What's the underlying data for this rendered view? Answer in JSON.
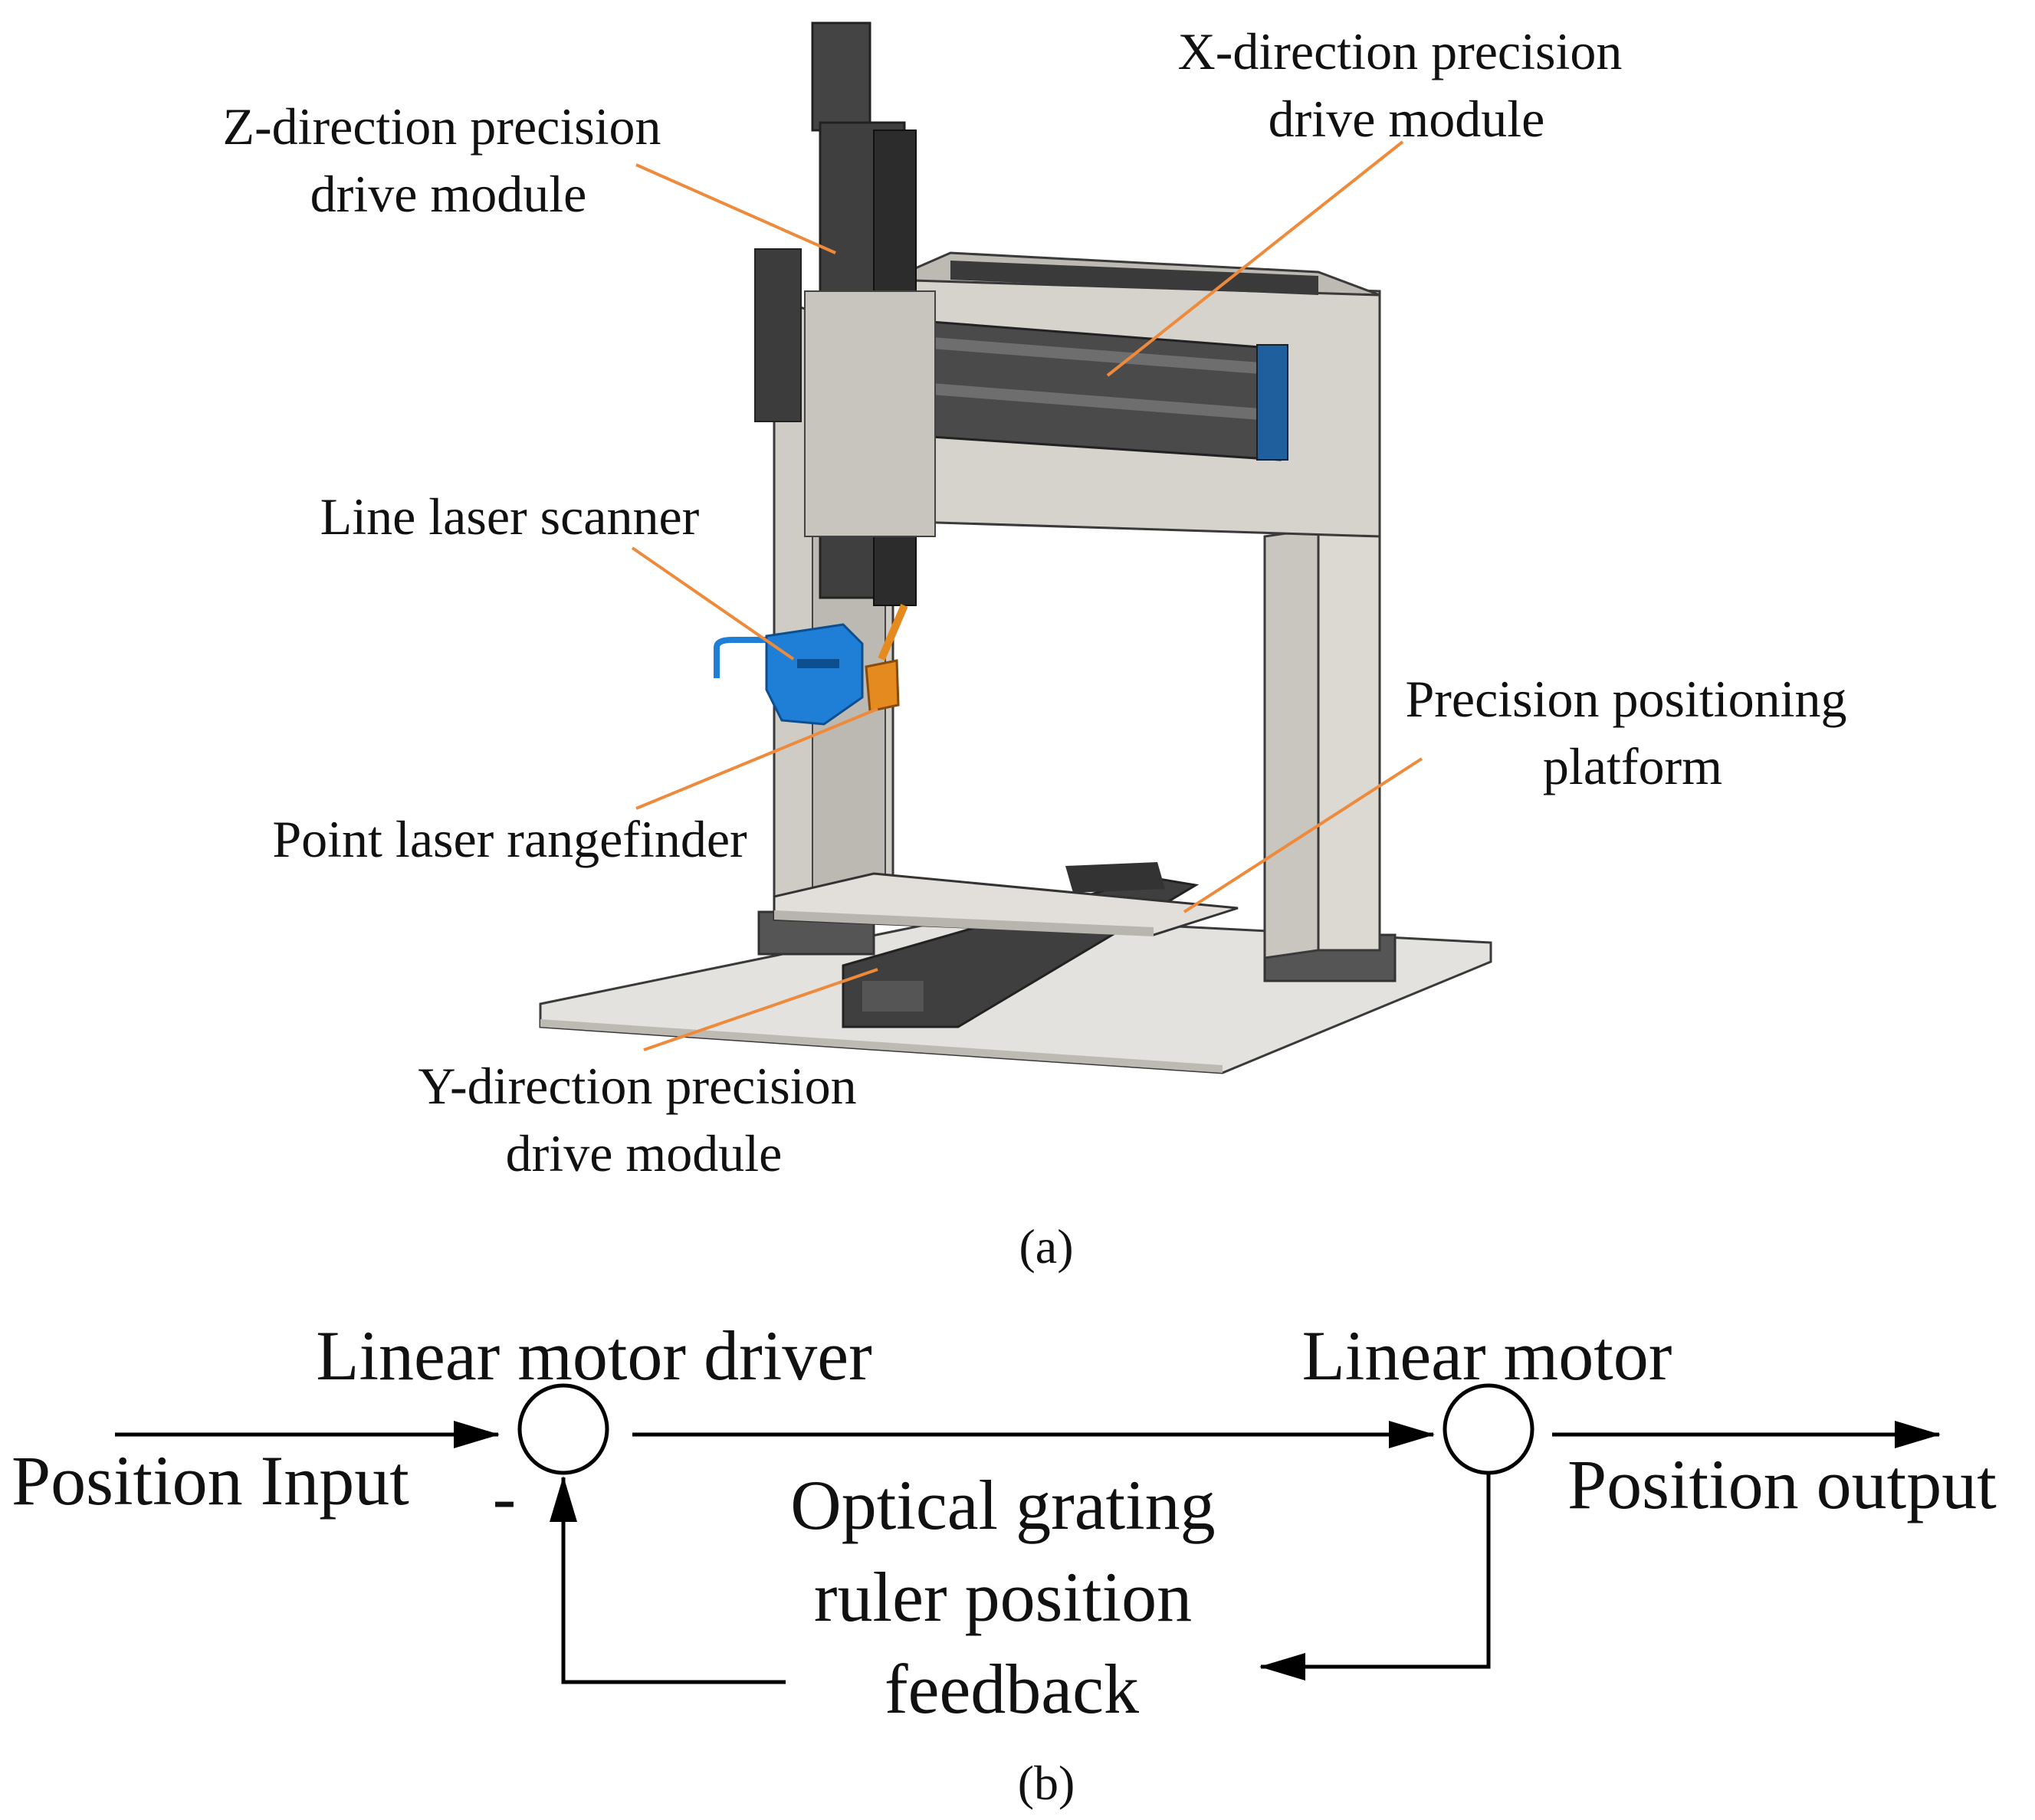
{
  "panel_a": {
    "label": "(a)",
    "callouts": {
      "z_module": [
        "Z-direction precision",
        "drive module"
      ],
      "x_module": [
        "X-direction precision",
        "drive module"
      ],
      "line_scanner": [
        "Line laser scanner"
      ],
      "point_rangefinder": [
        "Point laser rangefinder"
      ],
      "platform": [
        "Precision positioning",
        "platform"
      ],
      "y_module": [
        "Y-direction precision",
        "drive module"
      ]
    },
    "colors": {
      "leader": "#ee8a3c",
      "frame": "#d9d6d0",
      "rail": "#3b3b3b",
      "scanner": "#1f7fd6",
      "rangefinder": "#e58a1f"
    }
  },
  "panel_b": {
    "label": "(b)",
    "driver_label": "Linear motor driver",
    "motor_label": "Linear motor",
    "input_label": "Position Input",
    "output_label": "Position output",
    "minus_sign": "-",
    "feedback_lines": [
      "Optical grating",
      "ruler position",
      "feedback"
    ]
  }
}
